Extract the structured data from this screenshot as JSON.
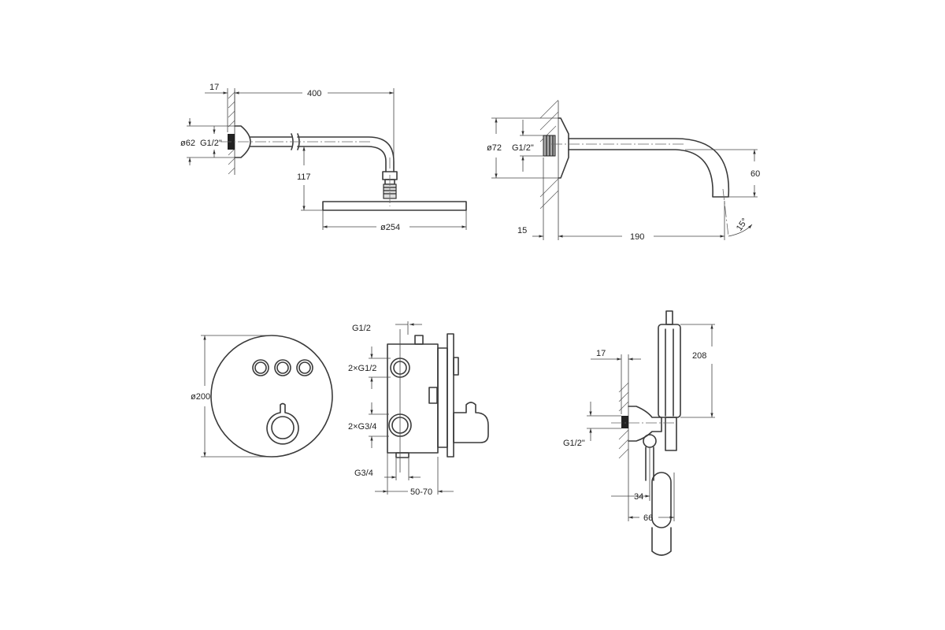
{
  "shower_head": {
    "wall_thickness": "17",
    "arm_length": "400",
    "flange_diameter": "ø62",
    "thread": "G1/2\"",
    "drop_height": "117",
    "head_diameter": "ø254"
  },
  "spout": {
    "flange_diameter": "ø72",
    "thread": "G1/2\"",
    "height": "60",
    "wall_offset": "15",
    "projection": "190",
    "angle": "15°"
  },
  "mixer": {
    "plate_diameter": "ø200",
    "top_thread": "G1/2",
    "outlet_threads": "2×G1/2",
    "inlet_threads": "2×G3/4",
    "bottom_thread": "G3/4",
    "install_depth": "50-70"
  },
  "hand_shower": {
    "wall_thickness": "17",
    "height": "208",
    "thread": "G1/2\"",
    "outlet_offset": "34",
    "holder_depth": "66"
  }
}
